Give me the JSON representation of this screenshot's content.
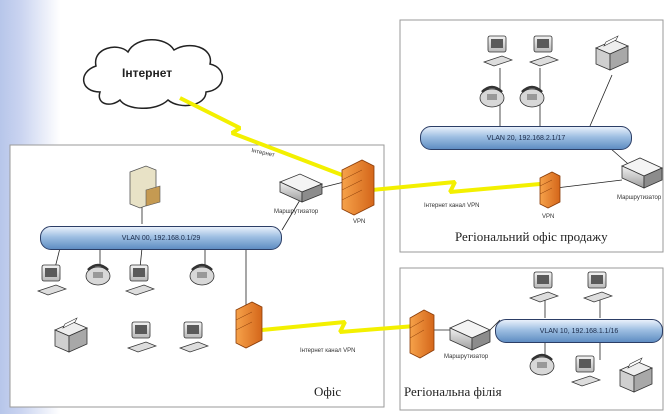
{
  "cloud": {
    "label": "Інтернет"
  },
  "office": {
    "zone_label": "Офіс",
    "vlan_label": "VLAN 00, 192.168.0.1/29",
    "router_label": "Маршрутизатор",
    "vpn_label": "VPN",
    "internet_link_label": "Інтернет",
    "vpn_channel_label": "Інтернет канал VPN"
  },
  "sales_office": {
    "zone_label": "Регіональний офіс продажу",
    "vlan_label": "VLAN 20, 192.168.2.1/17",
    "router_label": "Маршрутизатор",
    "vpn_label": "VPN",
    "vpn_channel_label": "Інтернет канал VPN"
  },
  "branch": {
    "zone_label": "Регіональна філія",
    "vlan_label": "VLAN 10, 192.168.1.1/16",
    "router_label": "Маршрутизатор"
  },
  "colors": {
    "link": "#f3f000",
    "pipe": "#7fa6d6",
    "firewall": "#f08a2c",
    "frame": "#9a9a9a"
  }
}
